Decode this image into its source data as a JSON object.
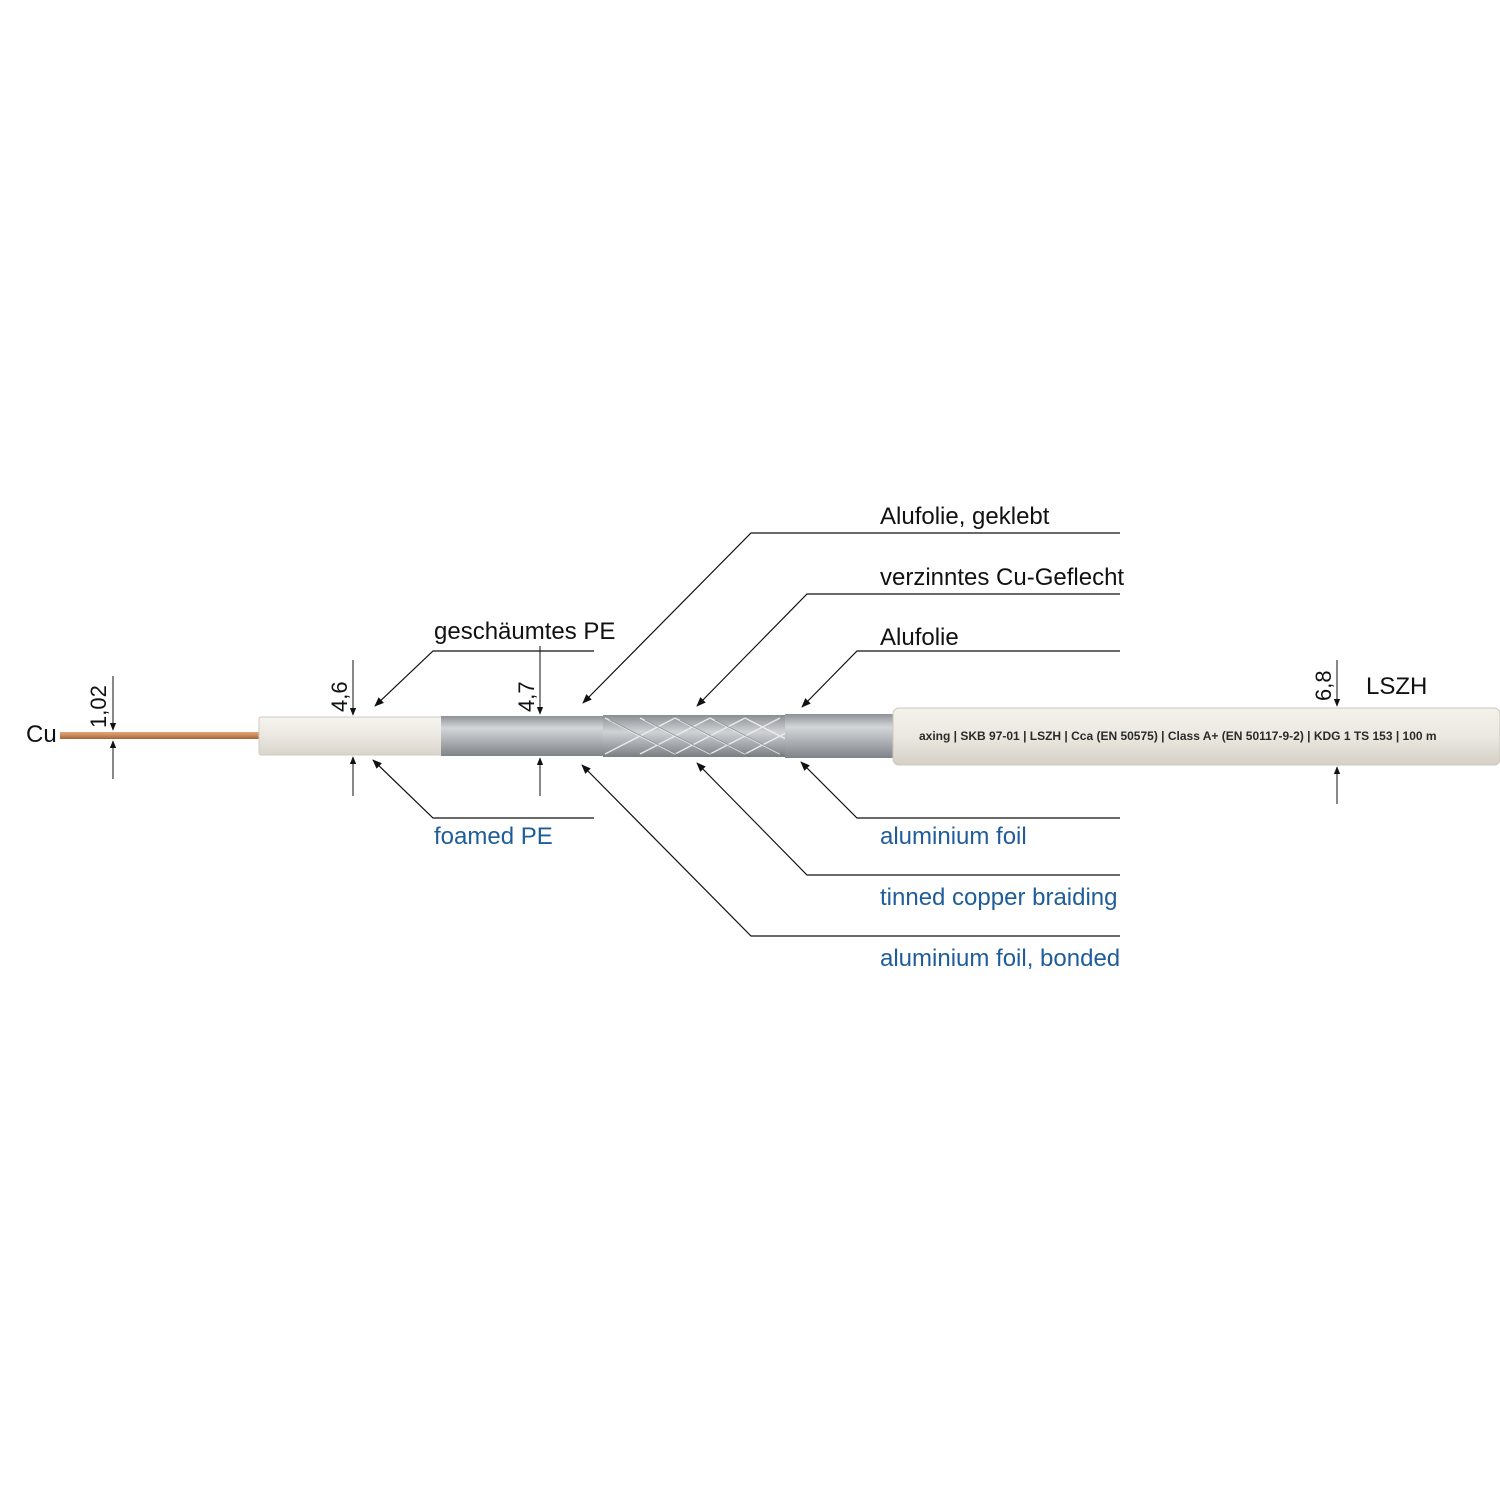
{
  "conductor": {
    "label": "Cu",
    "diameter": "1,02"
  },
  "dielectric": {
    "label_de": "geschäumtes PE",
    "label_en": "foamed PE",
    "diameter": "4,6"
  },
  "bonded_foil": {
    "label_de": "Alufolie, geklebt",
    "label_en": "aluminium foil, bonded",
    "diameter": "4,7"
  },
  "braid": {
    "label_de": "verzinntes Cu-Geflecht",
    "label_en": "tinned copper braiding"
  },
  "outer_foil": {
    "label_de": "Alufolie",
    "label_en": "aluminium foil"
  },
  "jacket": {
    "label": "LSZH",
    "diameter": "6,8",
    "print_text": "axing | SKB 97-01 | LSZH | Cca (EN 50575) | Class A+ (EN 50117-9-2) | KDG 1 TS 153 | 100 m"
  },
  "colors": {
    "copper": "#c98a5a",
    "dielectric": "#ebe8e1",
    "foil": "#b9bcc0",
    "jacket": "#ebe8e1",
    "german_text": "#111111",
    "english_text": "#1f5d9a"
  }
}
